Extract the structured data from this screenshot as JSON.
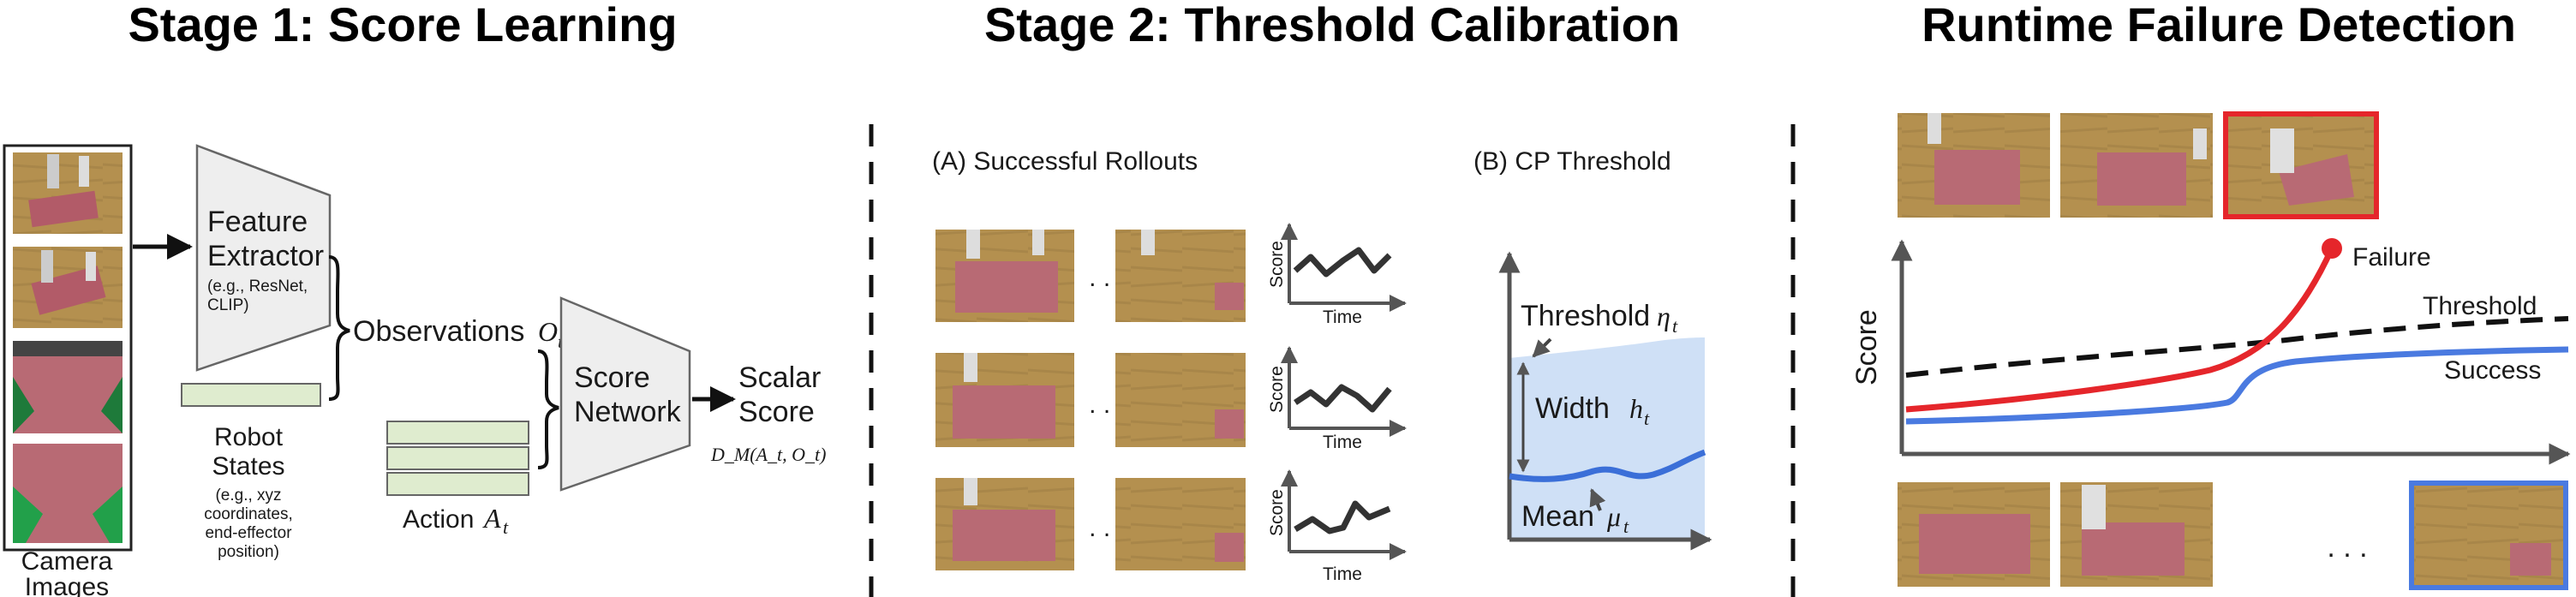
{
  "stage1": {
    "title": "Stage 1: Score Learning",
    "camera_label": [
      "Camera",
      "Images"
    ],
    "feature_extractor_label": [
      "Feature",
      "Extractor"
    ],
    "feature_extractor_examples": [
      "(e.g., ResNet,",
      "CLIP)"
    ],
    "robot_states_label": [
      "Robot",
      "States"
    ],
    "robot_states_examples": [
      "(e.g., xyz",
      "coordinates,",
      "end-effector",
      "position)"
    ],
    "observations_label": "Observations",
    "observations_symbol": "O",
    "observations_sub": "t",
    "action_label": "Action",
    "action_symbol": "A",
    "action_sub": "t",
    "score_network_label": [
      "Score",
      "Network"
    ],
    "scalar_score_label": [
      "Scalar",
      "Score"
    ],
    "score_formula": "D_M(A_t, O_t)"
  },
  "stage2": {
    "title": "Stage 2: Threshold Calibration",
    "panel_a_label": "(A) Successful Rollouts",
    "panel_b_label": "(B) CP Threshold",
    "ellipsis": ". . .",
    "mini_y_label": "Score",
    "mini_x_label": "Time",
    "threshold_label": "Threshold",
    "threshold_symbol": "η",
    "threshold_sub": "t",
    "width_label": "Width",
    "width_symbol": "h",
    "width_sub": "t",
    "mean_label": "Mean",
    "mean_symbol": "μ",
    "mean_sub": "t"
  },
  "stage3": {
    "title": "Runtime Failure Detection",
    "y_label": "Score",
    "failure_label": "Failure",
    "threshold_label": "Threshold",
    "success_label": "Success",
    "ellipsis": ". . .",
    "colors": {
      "failure": "#e5262b",
      "success": "#4a7ae0",
      "threshold": "#111111"
    }
  }
}
